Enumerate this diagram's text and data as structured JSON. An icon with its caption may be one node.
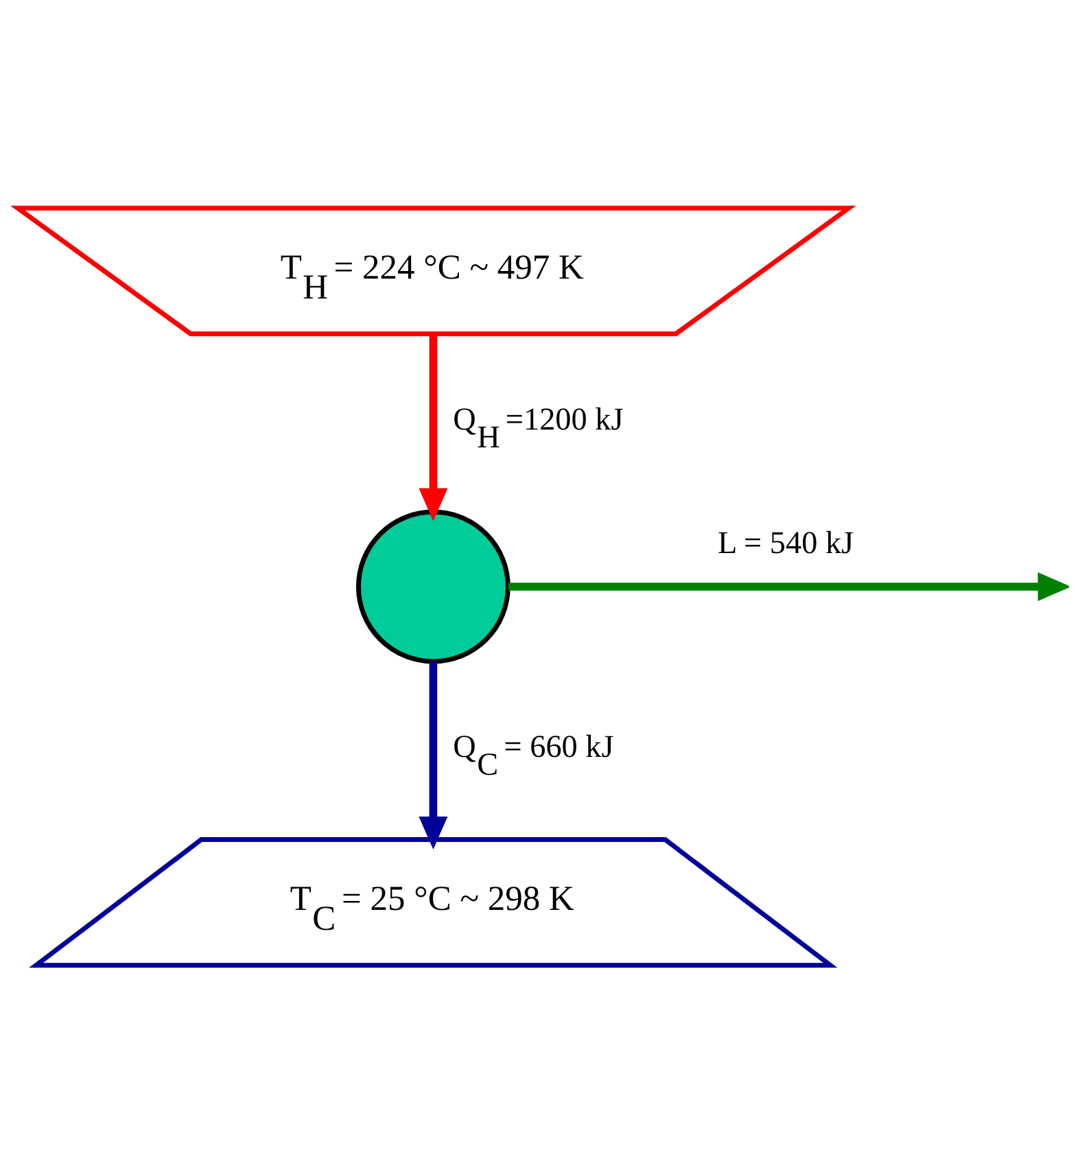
{
  "diagram": {
    "nodes": [
      {
        "text": [
          "T$_{H}$ = 224 °C ~ 497 K"
        ]
      },
      {
        "text": [],
        "shape": "circle"
      },
      {
        "text": [
          "T$_{C}$ = 25 °C ~ 298 K"
        ]
      }
    ],
    "edges": [
      {
        "from": 0,
        "to": 1,
        "arrow": "to",
        "label": "Q$_{H}$ =1200 kJ",
        "color": "#ff0000"
      },
      {
        "from": 1,
        "to": null,
        "arrow": "to",
        "label": "L = 540 kJ",
        "color": "#008000"
      },
      {
        "from": 1,
        "to": 2,
        "arrow": "to",
        "label": "Q$_{C}$ = 660 kJ",
        "color": "#000099"
      }
    ]
  }
}
